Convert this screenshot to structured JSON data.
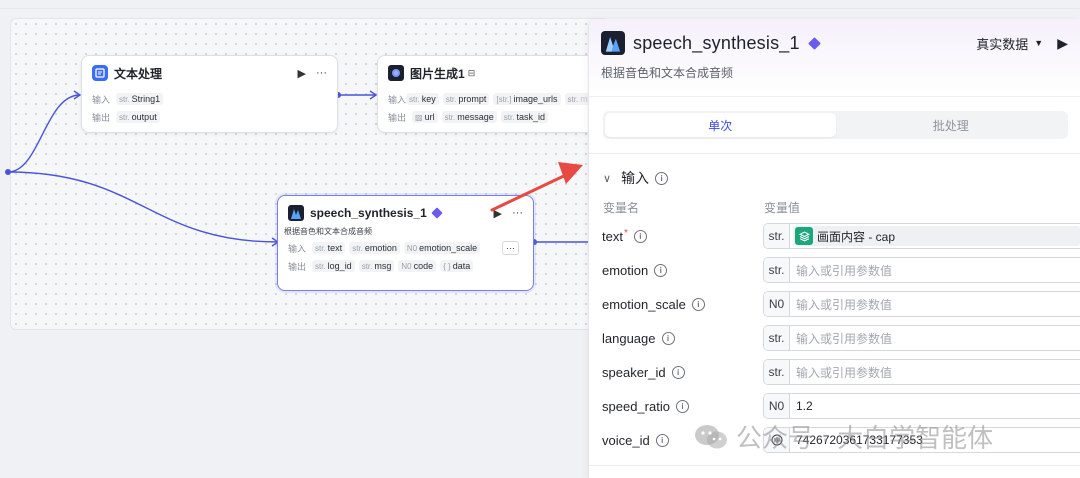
{
  "nodes": {
    "text_proc": {
      "title": "文本处理",
      "input_label": "输入",
      "output_label": "输出",
      "inputs": [
        {
          "type": "str.",
          "name": "String1"
        }
      ],
      "outputs": [
        {
          "type": "str.",
          "name": "output"
        }
      ]
    },
    "image_gen": {
      "title": "图片生成1",
      "input_label": "输入",
      "output_label": "输出",
      "inputs": [
        {
          "type": "str.",
          "name": "key"
        },
        {
          "type": "str.",
          "name": "prompt"
        },
        {
          "type": "[str.]",
          "name": "image_urls"
        },
        {
          "type": "str.",
          "name": "m"
        }
      ],
      "outputs": [
        {
          "type": "img",
          "name": "url"
        },
        {
          "type": "str.",
          "name": "message"
        },
        {
          "type": "str.",
          "name": "task_id"
        }
      ]
    },
    "speech": {
      "title": "speech_synthesis_1",
      "desc": "根据音色和文本合成音频",
      "input_label": "输入",
      "output_label": "输出",
      "inputs": [
        {
          "type": "str.",
          "name": "text"
        },
        {
          "type": "str.",
          "name": "emotion"
        },
        {
          "type": "N0",
          "name": "emotion_scale"
        }
      ],
      "more": "···",
      "outputs": [
        {
          "type": "str.",
          "name": "log_id"
        },
        {
          "type": "str.",
          "name": "msg"
        },
        {
          "type": "N0",
          "name": "code"
        },
        {
          "type": "{ }",
          "name": "data"
        }
      ]
    }
  },
  "panel": {
    "title": "speech_synthesis_1",
    "desc": "根据音色和文本合成音频",
    "data_mode": "真实数据",
    "tabs": [
      "单次",
      "批处理"
    ],
    "section": "输入",
    "col_name": "变量名",
    "col_value": "变量值",
    "params": [
      {
        "name": "text",
        "required": true,
        "type": "str.",
        "ref": "画面内容 - cap"
      },
      {
        "name": "emotion",
        "type": "str.",
        "placeholder": "输入或引用参数值"
      },
      {
        "name": "emotion_scale",
        "type": "N0",
        "placeholder": "输入或引用参数值"
      },
      {
        "name": "language",
        "type": "str.",
        "placeholder": "输入或引用参数值"
      },
      {
        "name": "speaker_id",
        "type": "str.",
        "placeholder": "输入或引用参数值"
      },
      {
        "name": "speed_ratio",
        "type": "N0",
        "value": "1.2"
      },
      {
        "name": "voice_id",
        "type": "audio",
        "value": "7426720361733177353"
      }
    ]
  },
  "watermark": "公众号 · 大白学智能体",
  "colors": {
    "accent": "#3b4be0",
    "wire": "#4a54d9",
    "arrow": "#e84a43"
  }
}
